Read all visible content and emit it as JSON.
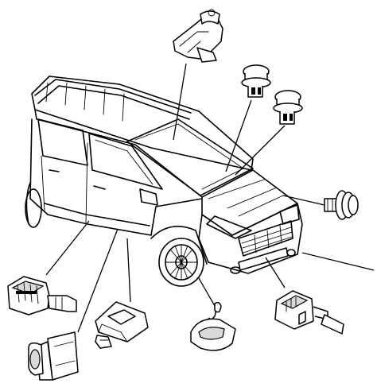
{
  "diagram": {
    "subject": "vehicle-line-drawing",
    "components": [
      {
        "id": "camera-module",
        "icon": "camera-module-icon"
      },
      {
        "id": "sensor-upper",
        "icon": "round-sensor-icon"
      },
      {
        "id": "sensor-lower",
        "icon": "round-sensor-icon"
      },
      {
        "id": "connector-right",
        "icon": "plug-connector-icon"
      },
      {
        "id": "module-front-right",
        "icon": "control-module-icon"
      },
      {
        "id": "tire-pressure-sensor",
        "icon": "tire-valve-sensor-icon"
      },
      {
        "id": "impact-sensor",
        "icon": "impact-sensor-icon"
      },
      {
        "id": "connector-lower-left",
        "icon": "connector-housing-icon"
      },
      {
        "id": "module-left",
        "icon": "control-module-icon"
      }
    ]
  }
}
